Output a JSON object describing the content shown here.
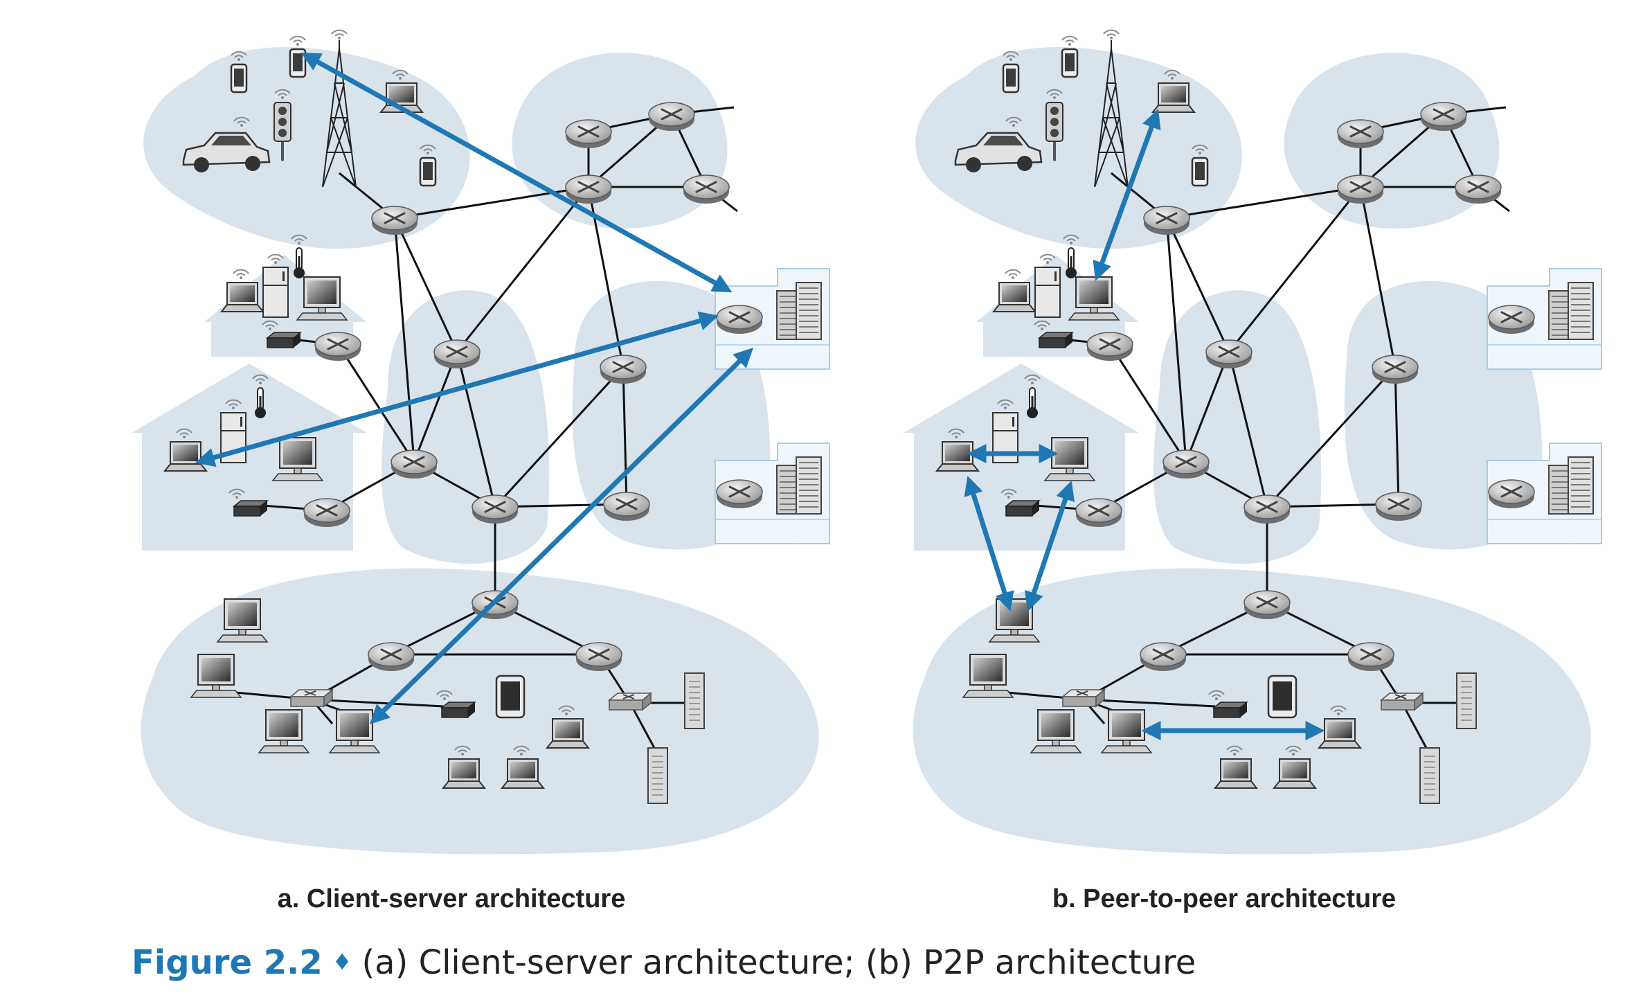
{
  "panels": [
    {
      "id": "a",
      "caption": "a. Client-server architecture"
    },
    {
      "id": "b",
      "caption": "b. Peer-to-peer architecture"
    }
  ],
  "figure": {
    "label": "Figure 2.2",
    "separator": "♦",
    "text": "(a) Client-server architecture; (b) P2P architecture"
  },
  "colors": {
    "region_fill": "#d8e3ec",
    "arrow": "#1f78b4",
    "link": "#111111",
    "datacenter": "#a7cde6"
  },
  "icons": [
    "router-icon",
    "switch-icon",
    "smartphone-icon",
    "laptop-icon",
    "desktop-icon",
    "car-icon",
    "traffic-light-icon",
    "cell-tower-icon",
    "fridge-icon",
    "thermometer-icon",
    "modem-icon",
    "tablet-icon",
    "server-rack-icon",
    "server-tower-icon",
    "datacenter-icon"
  ]
}
